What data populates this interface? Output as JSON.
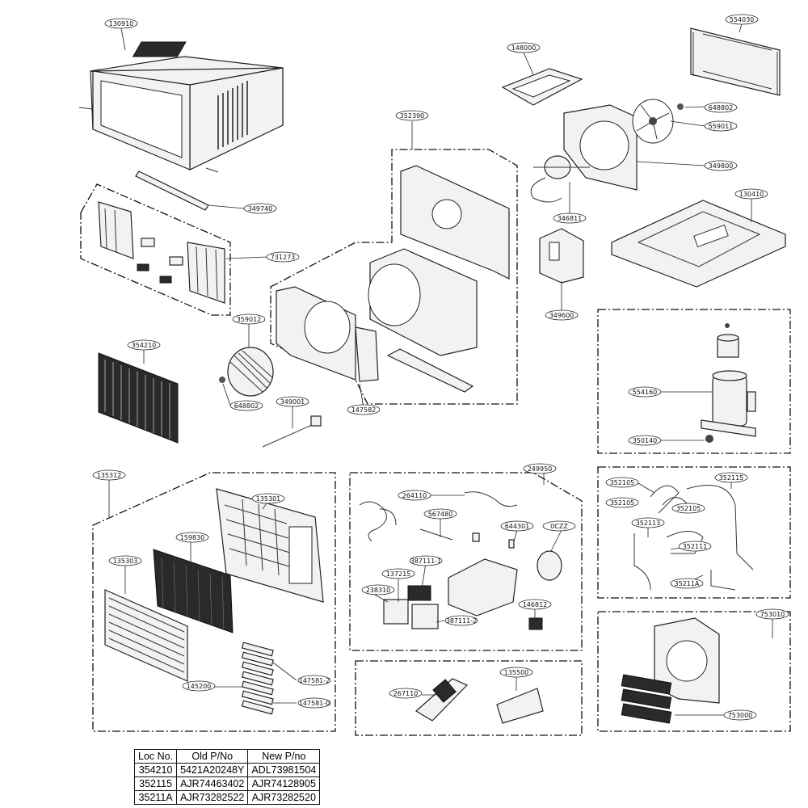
{
  "labels": {
    "l130910": "130910",
    "l554030": "554030",
    "l148000": "148000",
    "l352390": "352390",
    "l648802a": "648802",
    "l559011": "559011",
    "l349800": "349800",
    "l349740": "349740",
    "l346811": "346811",
    "l130410": "130410",
    "l731273": "731273",
    "l349600": "349600",
    "l354210": "354210",
    "l359012": "359012",
    "l554160": "554160",
    "l648802b": "648802",
    "l349001": "349001",
    "l147582": "147582",
    "l350140": "350140",
    "l135312": "135312",
    "l249950": "249950",
    "l352105a": "352105",
    "l352115": "352115",
    "l135301": "135301",
    "l264110": "264110",
    "l352105b": "352105",
    "l352105c": "352105",
    "l567480": "567480",
    "l159830": "159830",
    "l644301": "644301",
    "l0CZZ": "0CZZ",
    "l352113": "352113",
    "l352111": "352111",
    "l135303": "135303",
    "l387111a": "387111-1",
    "l137215": "137215",
    "l35211A": "35211A",
    "l238310": "238310",
    "l753010": "753010",
    "l146812": "146812",
    "l387112": "387111-2",
    "l147581a": "147581-2",
    "l145200": "145200",
    "l135500": "135500",
    "l267110": "267110",
    "l147581b": "147581-0",
    "l753000": "753000"
  },
  "table": {
    "headers": [
      "Loc No.",
      "Old P/No",
      "New P/no"
    ],
    "rows": [
      [
        "354210",
        "5421A20248Y",
        "ADL73981504"
      ],
      [
        "352115",
        "AJR74463402",
        "AJR74128905"
      ],
      [
        "35211A",
        "AJR73282522",
        "AJR73282520"
      ]
    ]
  }
}
